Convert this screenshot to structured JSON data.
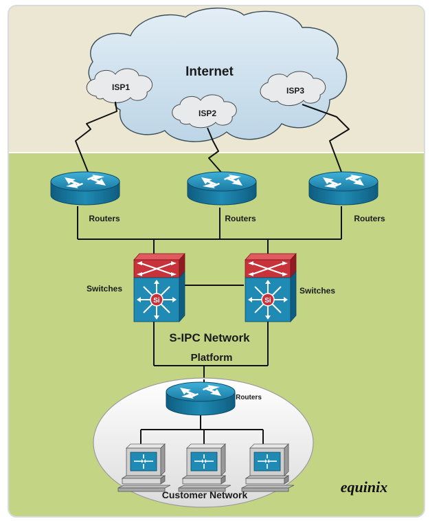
{
  "diagram": {
    "internet_label": "Internet",
    "isp_labels": [
      "ISP1",
      "ISP2",
      "ISP3"
    ],
    "router_labels": [
      "Routers",
      "Routers",
      "Routers"
    ],
    "switch_labels": [
      "Switches",
      "Switches"
    ],
    "platform_label_line1": "S-IPC Network",
    "platform_label_line2": "Platform",
    "customer_router_label": "Routers",
    "customer_network_label": "Customer Network",
    "logo_text": "equinix"
  },
  "colors": {
    "top_band": "#ece7d2",
    "bottom_band": "#c3d585",
    "cloud": "#cfe2ee",
    "router": "#1f8ab3",
    "switch_top": "#c8323a",
    "switch_bottom": "#1f8ab3",
    "customer_ellipse": "#f1f1f1",
    "workstation": "#c9c9c9"
  },
  "icon_names": {
    "router": "router-icon",
    "switch": "layer3-switch-icon",
    "workstation": "workstation-icon",
    "cloud": "cloud-icon"
  }
}
